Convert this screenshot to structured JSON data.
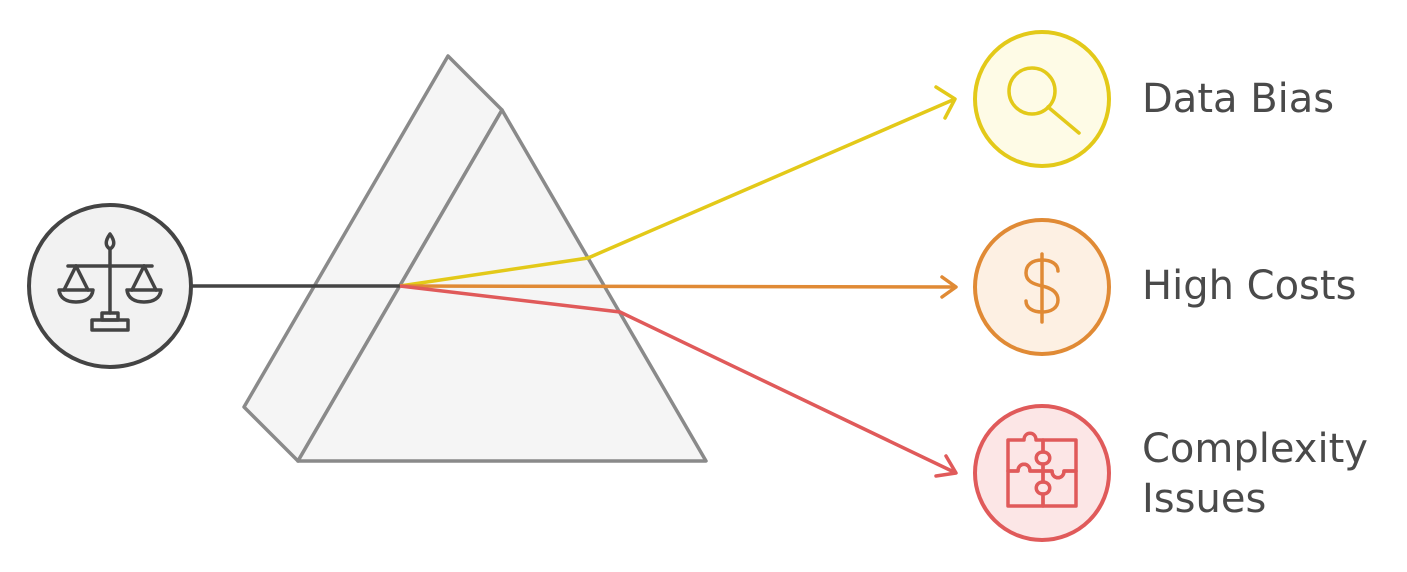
{
  "source_icon": {
    "icon": "balance-scale-icon",
    "color": "#444444"
  },
  "prism": {
    "fill": "#f5f5f5",
    "stroke": "#8a8a8a"
  },
  "outputs": [
    {
      "label_lines": [
        "Data Bias"
      ],
      "icon": "magnifier-icon",
      "color": "#e3c919",
      "fill": "#fefbe6"
    },
    {
      "label_lines": [
        "High Costs"
      ],
      "icon": "dollar-icon",
      "color": "#e08a35",
      "fill": "#fdf0e3"
    },
    {
      "label_lines": [
        "Complexity",
        "Issues"
      ],
      "icon": "puzzle-icon",
      "color": "#e05a5a",
      "fill": "#fce6e6"
    }
  ]
}
